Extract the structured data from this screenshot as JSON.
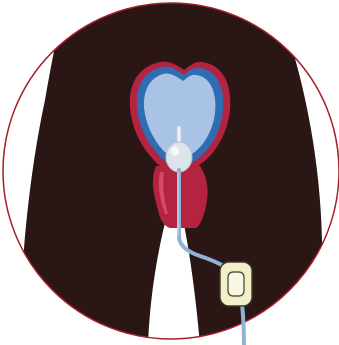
{
  "illustration": {
    "subject": "",
    "parts": [
      {
        "id": "body",
        "icon": "torso-silhouette-icon",
        "color": "#2a1614"
      },
      {
        "id": "bladder-wall",
        "icon": "bladder-wall-icon",
        "color": "#b42440"
      },
      {
        "id": "bladder-layer",
        "icon": "bladder-layer-icon",
        "color": "#2e6db4"
      },
      {
        "id": "urine",
        "icon": "urine-fill-icon",
        "color": "#a9c3e6"
      },
      {
        "id": "balloon",
        "icon": "catheter-balloon-icon",
        "color": "#dde3ea"
      },
      {
        "id": "urethra",
        "icon": "urethra-icon",
        "color": "#b42440"
      },
      {
        "id": "catheter-tube",
        "icon": "catheter-tube-icon",
        "color": "#8fb3d4"
      },
      {
        "id": "securement-device",
        "icon": "securement-device-icon",
        "color": "#f3f0c9"
      }
    ],
    "frame_color": "#a61e2a"
  }
}
